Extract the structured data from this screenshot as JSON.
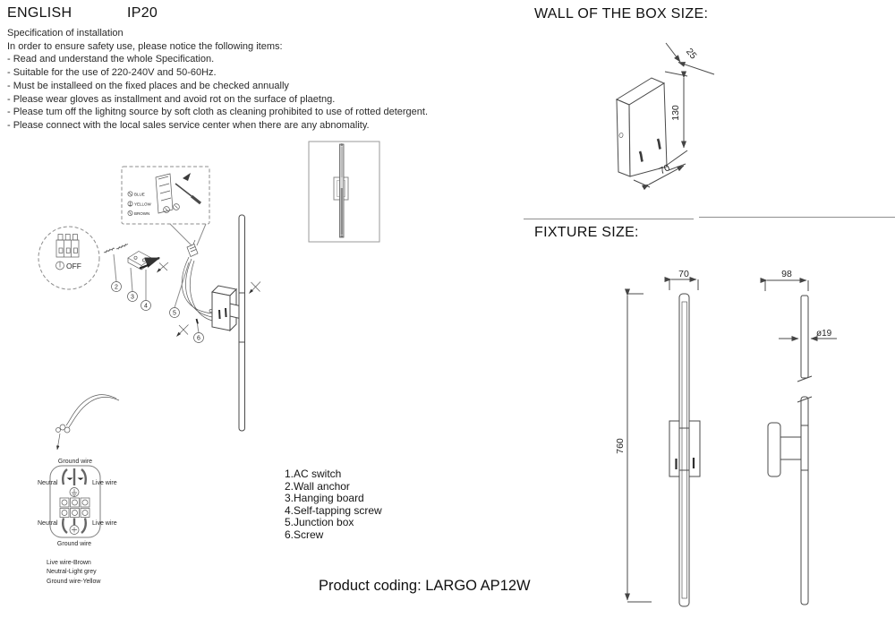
{
  "header": {
    "language": "ENGLISH",
    "ip_rating": "IP20"
  },
  "spec": {
    "title": "Specification of installation",
    "intro": "In order to ensure safety use, please notice the following items:",
    "items": [
      "- Read and understand the whole Specification.",
      "- Suitable for the use of 220-240V and 50-60Hz.",
      "- Must be installeed on the fixed places and be checked annually",
      "- Please wear gloves as installment and avoid rot on the surface of plaetng.",
      "- Please tum off the lighitng source by soft cloth as cleaning prohibited to use of rotted detergent.",
      "- Please connect with the local sales service center when there are any abnomality."
    ]
  },
  "wall_box": {
    "title": "WALL OF THE BOX SIZE:",
    "dims": {
      "depth": "25",
      "height": "130",
      "width": "70"
    }
  },
  "fixture": {
    "title": "FIXTURE SIZE:",
    "dims": {
      "height": "760",
      "front_width": "70",
      "side_width": "98",
      "diameter": "ø19"
    }
  },
  "installation": {
    "power_off_label": "OFF",
    "wire_colors": [
      "BLUE",
      "YELLOW",
      "BROWN"
    ],
    "callouts": [
      "2",
      "3",
      "4",
      "5",
      "6"
    ]
  },
  "wiring": {
    "top_label": "Ground wire",
    "left_top": "Neutral",
    "right_top": "Live wire",
    "left_bottom": "Neutral",
    "right_bottom": "Live wire",
    "bottom_label": "Ground wire",
    "legend": [
      "Live wire-Brown",
      "Neutral-Light grey",
      "Ground wire-Yellow"
    ]
  },
  "parts": [
    "1.AC switch",
    "2.Wall anchor",
    "3.Hanging board",
    "4.Self-tapping screw",
    "5.Junction box",
    "6.Screw"
  ],
  "footer": {
    "product_coding": "Product coding: LARGO AP12W"
  }
}
